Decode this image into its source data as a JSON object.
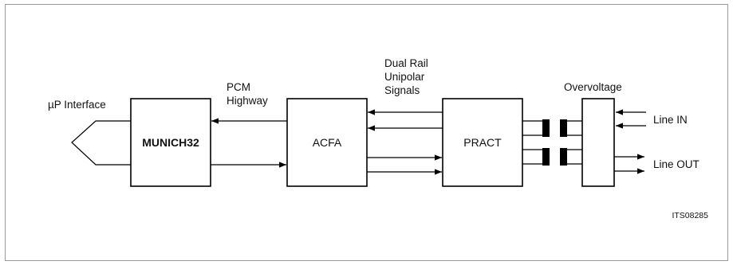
{
  "diagram": {
    "labels": {
      "up_interface": "µP Interface",
      "pcm_line1": "PCM",
      "pcm_line2": "Highway",
      "dual_line1": "Dual Rail",
      "dual_line2": "Unipolar",
      "dual_line3": "Signals",
      "overvoltage": "Overvoltage",
      "line_in": "Line IN",
      "line_out": "Line OUT",
      "figure_code": "ITS08285"
    },
    "blocks": {
      "munich": "MUNICH32",
      "acfa": "ACFA",
      "pract": "PRACT"
    },
    "colors": {
      "stroke": "#000000",
      "background": "#ffffff",
      "frame": "#9a9a9a"
    }
  }
}
